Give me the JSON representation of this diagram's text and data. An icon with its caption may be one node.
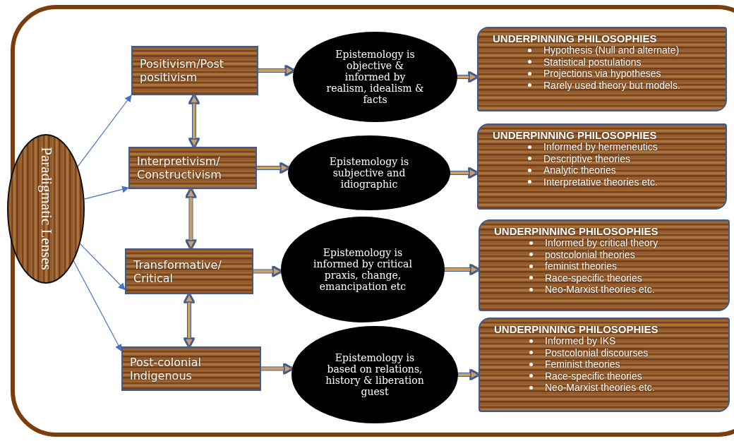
{
  "diagram": {
    "nodes": [
      {
        "text": [
          "Paradigmatic Lenses"
        ]
      },
      {
        "text": [
          "Positivism/Post positivism"
        ]
      },
      {
        "text": [
          "Interpretivism/ Constructivism"
        ]
      },
      {
        "text": [
          "Transformative/ Critical"
        ]
      },
      {
        "text": [
          "Post-colonial Indigenous"
        ]
      },
      {
        "text": [
          "Epistemology is objective & informed by realism, idealism & facts"
        ]
      },
      {
        "text": [
          "Epistemology is subjective and idiographic"
        ]
      },
      {
        "text": [
          "Epistemology is informed by critical praxis, change, emancipation etc"
        ]
      },
      {
        "text": [
          "Epistemology is based on relations, history & liberation guest"
        ]
      },
      {
        "text": [
          "UNDERPINNING PHILOSOPHIES",
          "Hypothesis (Null and alternate)",
          "Statistical postulations",
          "Projections via hypotheses",
          "Rarely used theory but models."
        ]
      },
      {
        "text": [
          "UNDERPINNING PHILOSOPHIES",
          "Informed by hermeneutics",
          "Descriptive theories",
          "Analytic theories",
          "Interpretative theories etc."
        ]
      },
      {
        "text": [
          "UNDERPINNING PHILOSOPHIES",
          "Informed by critical theory",
          "postcolonial theories",
          "feminist theories",
          "Race-specific theories",
          "Neo-Marxist theories etc."
        ]
      },
      {
        "text": [
          "UNDERPINNING PHILOSOPHIES",
          "Informed by IKS",
          "Postcolonial discourses",
          "Feminist theories",
          "Race-specific theories",
          "Neo-Marxist theories etc."
        ]
      }
    ],
    "edges": [
      {
        "from": 0,
        "to": 1,
        "arrow": "to",
        "color": "#4472c4"
      },
      {
        "from": 0,
        "to": 2,
        "arrow": "to",
        "color": "#4472c4"
      },
      {
        "from": 0,
        "to": 3,
        "arrow": "to",
        "color": "#4472c4"
      },
      {
        "from": 0,
        "to": 4,
        "arrow": "to",
        "color": "#4472c4"
      },
      {
        "from": 1,
        "to": 2,
        "arrow": "both"
      },
      {
        "from": 2,
        "to": 3,
        "arrow": "both"
      },
      {
        "from": 3,
        "to": 4,
        "arrow": "both"
      },
      {
        "from": 1,
        "to": 5,
        "arrow": "to"
      },
      {
        "from": 2,
        "to": 6,
        "arrow": "to"
      },
      {
        "from": 3,
        "to": 7,
        "arrow": "to"
      },
      {
        "from": 4,
        "to": 8,
        "arrow": "to"
      },
      {
        "from": 5,
        "to": 9,
        "arrow": "to"
      },
      {
        "from": 6,
        "to": 10,
        "arrow": "to"
      },
      {
        "from": 7,
        "to": 11,
        "arrow": "to"
      },
      {
        "from": 8,
        "to": 12,
        "arrow": "to"
      }
    ]
  }
}
